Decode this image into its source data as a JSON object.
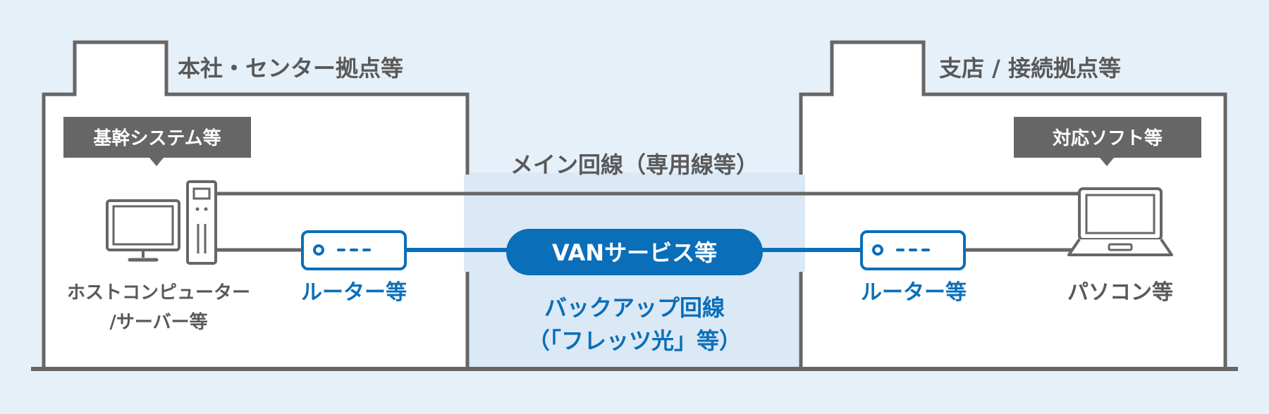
{
  "headquarters": {
    "title": "本社・センター拠点等"
  },
  "branch": {
    "title": "支店 / 接続拠点等"
  },
  "core_system_label": "基幹システム等",
  "software_label": "対応ソフト等",
  "main_line_label": "メイン回線（専用線等）",
  "van_label": "VANサービス等",
  "backup_line": {
    "line1": "バックアップ回線",
    "line2": "（「フレッツ光」等）"
  },
  "host": {
    "line1": "ホストコンピューター",
    "line2": "/サーバー等"
  },
  "left_router_label": "ルーター等",
  "right_router_label": "ルーター等",
  "pc_label": "パソコン等",
  "colors": {
    "background": "#e6f0f9",
    "building_fill": "#ffffff",
    "building_stroke": "#666666",
    "label_box": "#666666",
    "accent_blue": "#0a6fb8",
    "van_bg": "#0a6fb8",
    "network_zone": "#dbe9f6",
    "text_gray": "#595959"
  }
}
